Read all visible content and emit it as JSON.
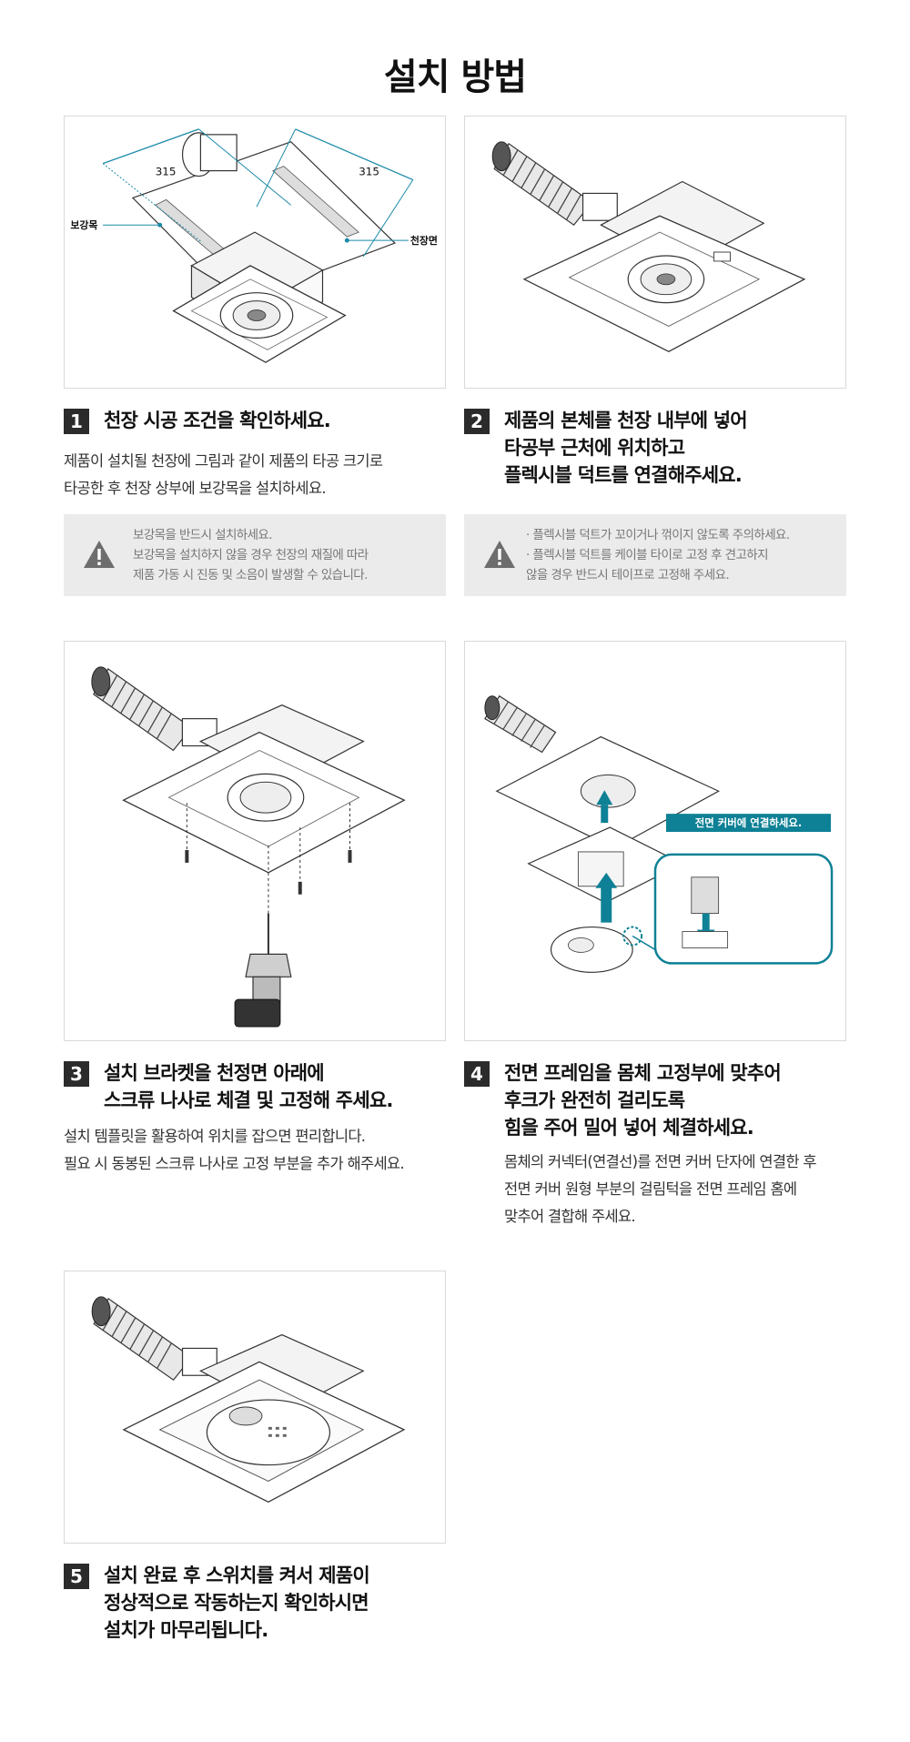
{
  "page": {
    "title": "설치 방법"
  },
  "steps": [
    {
      "number": "1",
      "title": "천장 시공 조건을 확인하세요.",
      "description": "제품이 설치될 천장에 그림과 같이 제품의 타공 크기로\n타공한 후 천장 상부에 보강목을 설치하세요.",
      "note": "보강목을 반드시 설치하세요.\n보강목을 설치하지 않을 경우 천장의 재질에 따라\n제품 가동 시 진동 및 소음이 발생할 수 있습니다.",
      "labels": {
        "dim_left": "315",
        "dim_right": "315",
        "reinforcement": "보강목",
        "ceiling": "천장면"
      }
    },
    {
      "number": "2",
      "title": "제품의 본체를 천장 내부에 넣어\n타공부 근처에 위치하고\n플렉시블 덕트를 연결해주세요.",
      "note": "· 플렉시블 덕트가 꼬이거나 꺾이지 않도록 주의하세요.\n· 플렉시블 덕트를 케이블 타이로 고정 후 견고하지\n  않을 경우 반드시 테이프로 고정해 주세요."
    },
    {
      "number": "3",
      "title": "설치 브라켓을 천정면 아래에\n스크류 나사로 체결 및 고정해 주세요.",
      "description": "설치 템플릿을 활용하여 위치를 잡으면 편리합니다.\n필요 시 동봉된 스크류 나사로 고정 부분을 추가 해주세요."
    },
    {
      "number": "4",
      "title": "전면 프레임을 몸체 고정부에 맞추어\n후크가 완전히 걸리도록\n힘을 주어 밀어 넣어 체결하세요.",
      "description": "몸체의 커넥터(연결선)를 전면 커버 단자에 연결한 후\n전면 커버 원형 부분의 걸림턱을 전면 프레임 홈에\n맞추어 결합해 주세요.",
      "callout": "전면 커버에 연결하세요."
    },
    {
      "number": "5",
      "title": "설치 완료 후 스위치를 켜서 제품이\n정상적으로 작동하는지 확인하시면\n설치가 마무리됩니다."
    }
  ],
  "colors": {
    "accent": "#0e8196",
    "dimension": "#1a8aa8",
    "note_bg": "#ebebeb",
    "number_bg": "#2b2b2b"
  },
  "icons": {
    "warning": "warning-triangle-icon"
  }
}
